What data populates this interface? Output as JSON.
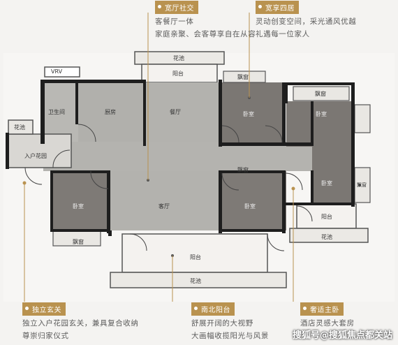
{
  "callouts": {
    "top_left": {
      "title": "宽厅社交",
      "lines": [
        "客餐厅一体",
        "家庭亲聚、会客尊享自在从容"
      ]
    },
    "top_right": {
      "title": "宽享四居",
      "lines": [
        "灵动创变空间，采光通风优越",
        "礼遇每一位家人"
      ]
    },
    "bottom_left": {
      "title": "独立玄关",
      "lines": [
        "独立入户花园玄关，兼具复合收纳",
        "尊崇归家仪式"
      ]
    },
    "bottom_mid": {
      "title": "南北阳台",
      "lines": [
        "舒展开阔的大视野",
        "大画幅收揽阳光与风景"
      ]
    },
    "bottom_right": {
      "title": "奢适主卧",
      "lines": [
        "酒店灵感大套房"
      ]
    }
  },
  "rooms": {
    "vrv": "VRV",
    "bathroom": "卫生间",
    "kitchen": "厨房",
    "dining": "餐厅",
    "balcony_north": "阳台",
    "planter_top": "花池",
    "bay_window_1": "飘窗",
    "bay_window_2": "飘窗",
    "bedroom_ne1": "卧室",
    "bedroom_ne2": "卧室",
    "bedroom_e": "卧室",
    "planter_entry": "花池",
    "entry_garden": "入户花园",
    "bedroom_sw": "卧室",
    "bay_window_sw": "飘窗",
    "living": "客厅",
    "bedroom_master": "卧室",
    "bay_window_3": "飘窗",
    "balcony_east": "阳台",
    "planter_east": "花池",
    "bay_window_4": "飘窗",
    "balcony_south": "阳台",
    "planter_south": "花池"
  },
  "watermark": "搜狐号@搜狐焦点都关站"
}
